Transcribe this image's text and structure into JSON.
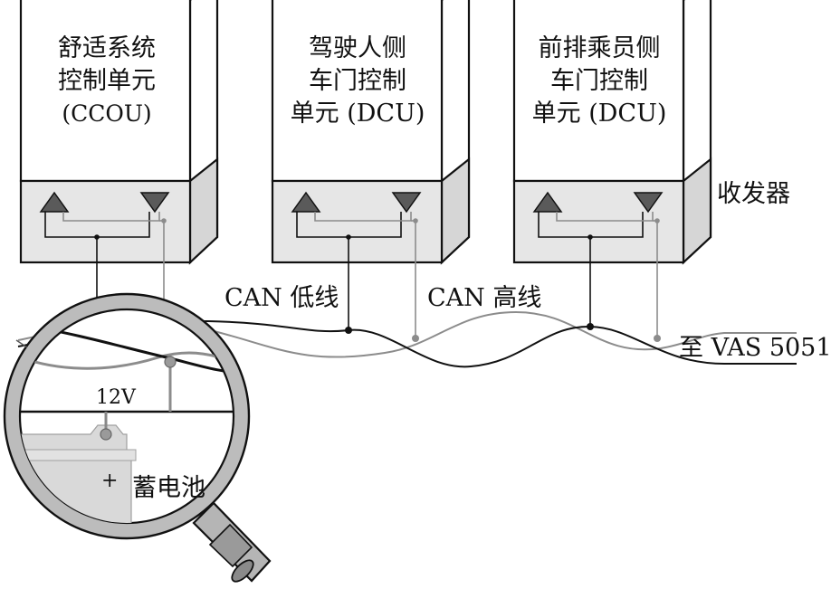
{
  "units": [
    {
      "lines": [
        "舒适系统",
        "控制单元",
        "(CCOU)"
      ]
    },
    {
      "lines": [
        "驾驶人侧",
        "车门控制",
        "单元 (DCU)"
      ]
    },
    {
      "lines": [
        "前排乘员侧",
        "车门控制",
        "单元 (DCU)"
      ]
    }
  ],
  "labels": {
    "transceiver": "收发器",
    "can_low": "CAN 低线",
    "can_high": "CAN 高线",
    "to_tester": "至 VAS 5051",
    "voltage": "12V",
    "plus": "+",
    "battery": "蓄电池"
  },
  "colors": {
    "line": "#111111",
    "can_high_wire": "#8c8c8c",
    "box_shade": "#e6e6e6",
    "triangle": "#5a5a5a",
    "battery_fill": "#d9d9d9"
  }
}
